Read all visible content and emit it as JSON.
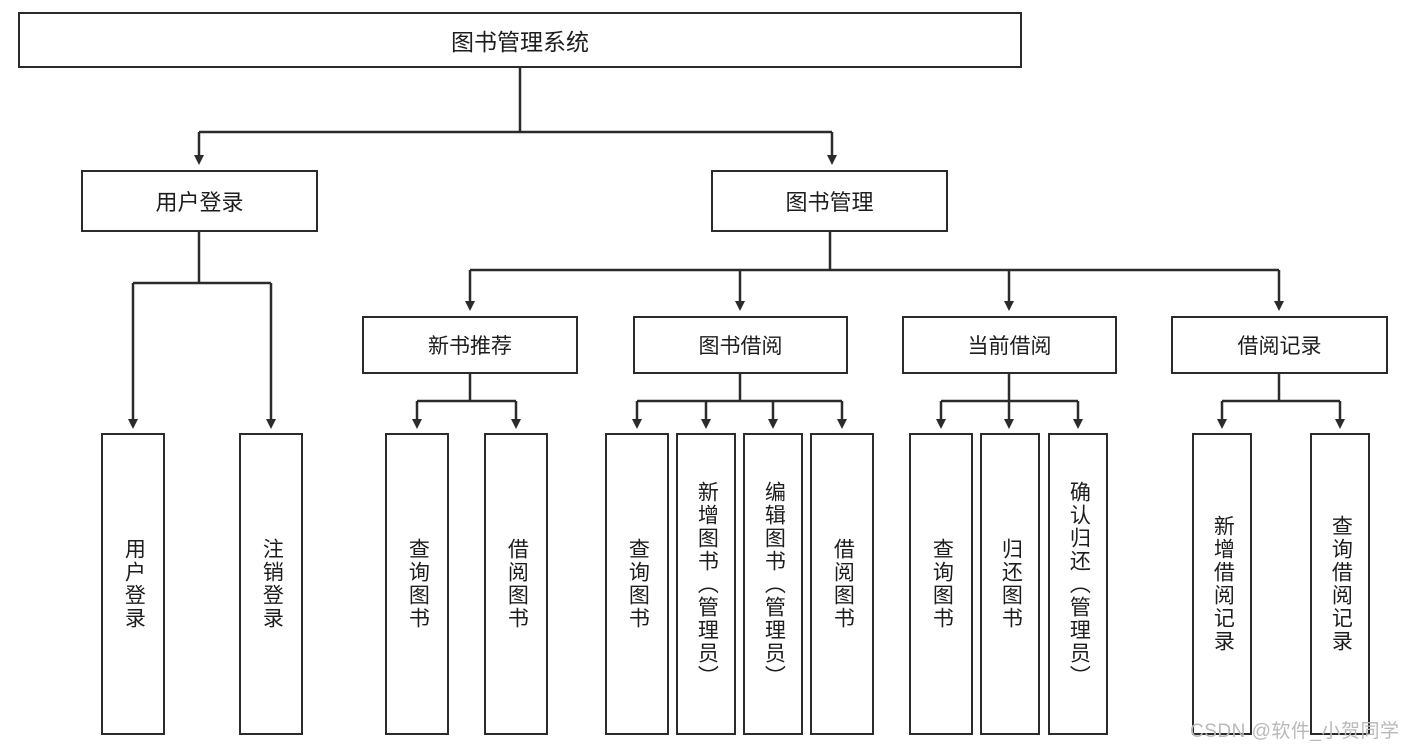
{
  "diagram": {
    "title": "图书管理系统",
    "type": "hierarchy-tree",
    "colors": {
      "box_border": "#2b2b2b",
      "box_fill": "#ffffff",
      "edge": "#2b2b2b",
      "text": "#1d1d1d",
      "watermark": "#b9b9b9"
    },
    "nodes": {
      "root": {
        "label": "图书管理系统"
      },
      "level2": [
        {
          "id": "user-login",
          "label": "用户登录"
        },
        {
          "id": "book-management",
          "label": "图书管理"
        }
      ],
      "level3": [
        {
          "id": "new-book-recommend",
          "label": "新书推荐"
        },
        {
          "id": "book-borrow",
          "label": "图书借阅"
        },
        {
          "id": "current-borrow",
          "label": "当前借阅"
        },
        {
          "id": "borrow-record",
          "label": "借阅记录"
        }
      ],
      "leaves": {
        "user_login": [
          {
            "id": "leaf-user-login",
            "label": "用户登录"
          },
          {
            "id": "leaf-logout-login",
            "label": "注销登录"
          }
        ],
        "new_book_recommend": [
          {
            "id": "leaf-query-book-1",
            "label": "查询图书"
          },
          {
            "id": "leaf-borrow-book-1",
            "label": "借阅图书"
          }
        ],
        "book_borrow": [
          {
            "id": "leaf-query-book-2",
            "label": "查询图书"
          },
          {
            "id": "leaf-add-book",
            "label": "新增图书（管理员）"
          },
          {
            "id": "leaf-edit-book",
            "label": "编辑图书（管理员）"
          },
          {
            "id": "leaf-borrow-book-2",
            "label": "借阅图书"
          }
        ],
        "current_borrow": [
          {
            "id": "leaf-query-book-3",
            "label": "查询图书"
          },
          {
            "id": "leaf-return-book",
            "label": "归还图书"
          },
          {
            "id": "leaf-confirm-return",
            "label": "确认归还（管理员）"
          }
        ],
        "borrow_record": [
          {
            "id": "leaf-add-record",
            "label": "新增借阅记录"
          },
          {
            "id": "leaf-query-record",
            "label": "查询借阅记录"
          }
        ]
      }
    },
    "watermark": "CSDN @软件_小贺同学"
  }
}
